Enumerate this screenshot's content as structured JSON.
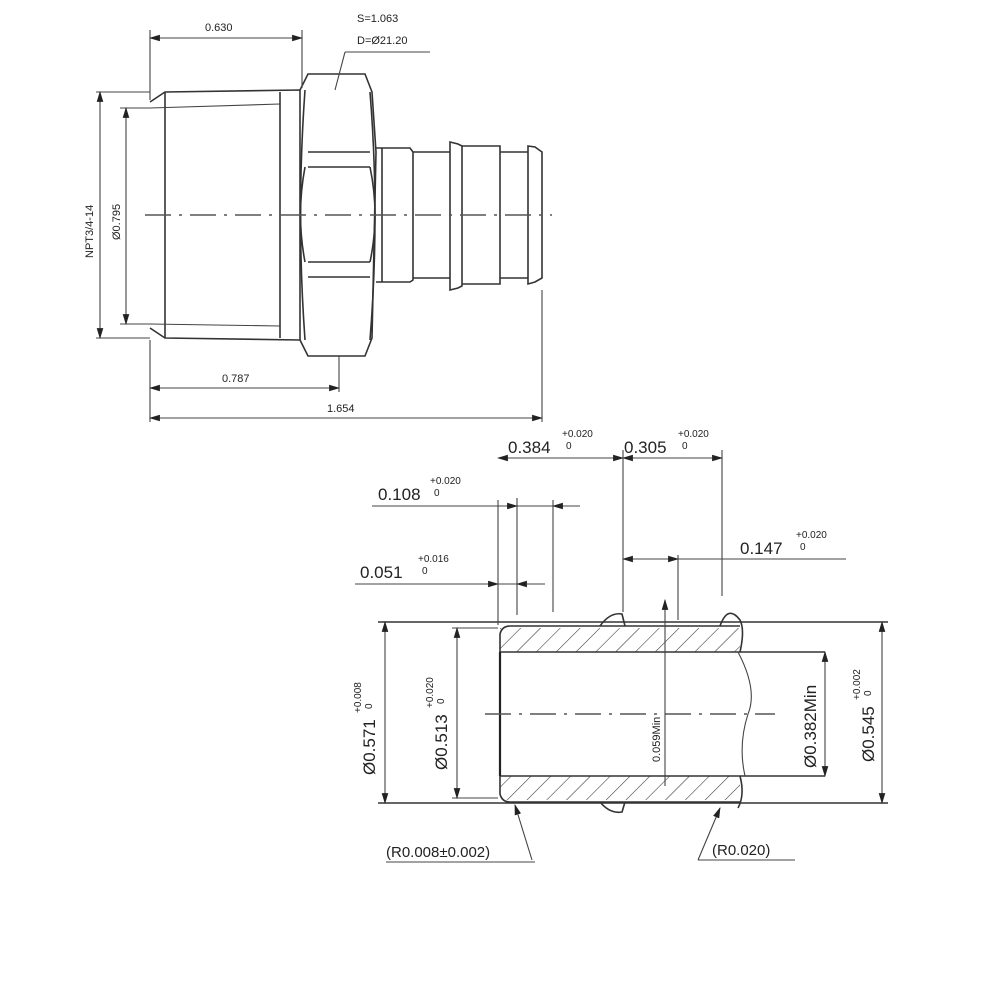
{
  "top_view": {
    "hex_spec": {
      "s": "S=1.063",
      "d": "D=Ø21.20"
    },
    "dims": {
      "thread_length": "0.630",
      "thread_spec": "NPT3/4-14",
      "bore_dia": "Ø0.795",
      "hex_end": "0.787",
      "overall": "1.654"
    }
  },
  "section_view": {
    "dims": {
      "len_a": {
        "value": "0.384",
        "tol_plus": "+0.020",
        "tol_minus": "0"
      },
      "len_b": {
        "value": "0.305",
        "tol_plus": "+0.020",
        "tol_minus": "0"
      },
      "len_c": {
        "value": "0.108",
        "tol_plus": "+0.020",
        "tol_minus": "0"
      },
      "len_d": {
        "value": "0.051",
        "tol_plus": "+0.016",
        "tol_minus": "0"
      },
      "len_e": {
        "value": "0.147",
        "tol_plus": "+0.020",
        "tol_minus": "0"
      },
      "od_main": {
        "value": "Ø0.571",
        "tol_plus": "+0.008",
        "tol_minus": "0"
      },
      "od_inner": {
        "value": "Ø0.513",
        "tol_plus": "+0.020",
        "tol_minus": "0"
      },
      "wall_min": "0.059Min",
      "id_min": "Ø0.382Min",
      "od_end": {
        "value": "Ø0.545",
        "tol_plus": "+0.002",
        "tol_minus": "0"
      },
      "radius_a": "(R0.008±0.002)",
      "radius_b": "(R0.020)"
    }
  }
}
